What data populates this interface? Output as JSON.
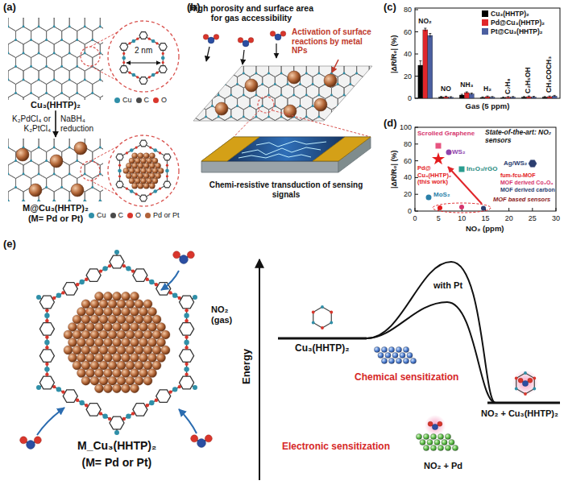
{
  "diagram": {
    "nodes": [
      {
        "text": [
          "Cu₃(HHTP)₂"
        ]
      },
      {
        "text": [
          "M@Cu₃(HHTP)₂",
          "(M= Pd or Pt)"
        ]
      }
    ],
    "edges": [
      {
        "from": 0,
        "to": 1,
        "arrow": "to",
        "label": "K₂PdCl₄ or K₂PtCl₄"
      }
    ],
    "labels": [
      "(a)",
      "2 nm",
      "NaBH₄ reduction",
      "(b)",
      "High porosity and surface area for gas accessibility",
      "Activation of surface reactions by metal NPs",
      "Chemi-resistive transduction of sensing signals",
      "(c)",
      "0",
      "20",
      "40",
      "60",
      "80",
      "|ΔR/R₀| (%)",
      "Gas (5 ppm)",
      "NO₂",
      "NO",
      "NH₃",
      "H₂",
      "C₇H₈",
      "C₂H₅OH",
      "CH₃COCH₃",
      "(d)",
      "0",
      "20",
      "40",
      "60",
      "80",
      "100",
      "0",
      "5",
      "10",
      "15",
      "20",
      "25",
      "30",
      "|ΔR/R₀| (%)",
      "NO₂ (ppm)",
      "State-of-the-art: NO₂ sensors",
      "Scrolled Graphene",
      "WS₂",
      "Pd@ Cu₃(HHTP)₂ (this work)",
      "In₂O₃/rGO",
      "Ag/WS₂",
      "MoS₂",
      "MOF based sensors",
      "fum-fcu-MOF",
      "MOF derived Co₃O₄",
      "MOF derived carbon",
      "(e)",
      "NO₂ (gas)",
      "Energy",
      "with Pt",
      "Chemical sensitization",
      "Electronic sensitization",
      "NO₂ + Pd",
      "Cu₃(HHTP)₂",
      "NO₂ + Cu₃(HHTP)₂",
      "M_Cu₃(HHTP)₂",
      "(M= Pd or Pt)"
    ],
    "legend": [
      {
        "text": "Cu",
        "color": "#2f8fa8"
      },
      {
        "text": "C",
        "color": "#4a4a4a"
      },
      {
        "text": "O",
        "color": "#d9362c"
      },
      {
        "text": "Cu",
        "color": "#2f8fa8"
      },
      {
        "text": "C",
        "color": "#4a4a4a"
      },
      {
        "text": "O",
        "color": "#d9362c"
      },
      {
        "text": "Pd or Pt",
        "color": "#b0623a"
      },
      {
        "text": "Cu₃(HHTP)₂",
        "color": "#000000"
      },
      {
        "text": "Pd@Cu₃(HHTP)₂",
        "color": "#e0262b"
      },
      {
        "text": "Pt@Cu₃(HHTP)₂",
        "color": "#4b5fa0"
      }
    ]
  }
}
